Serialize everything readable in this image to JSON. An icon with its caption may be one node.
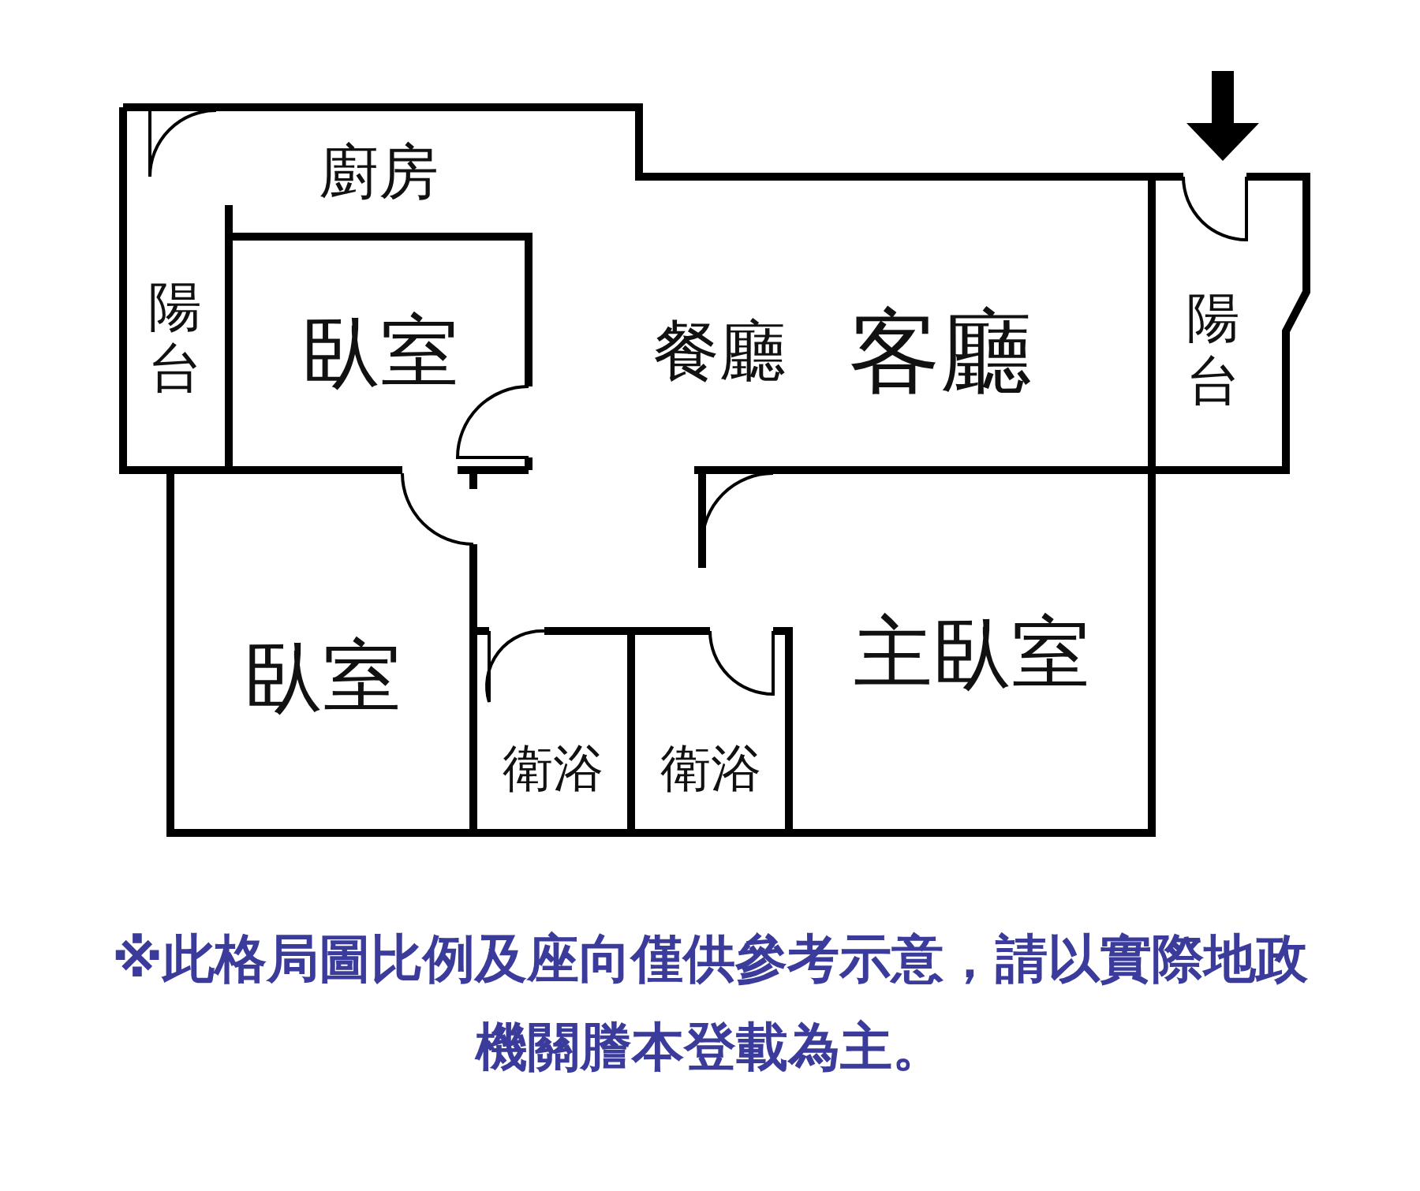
{
  "diagram": {
    "caption": "※此格局圖比例及座向僅供參考示意，請以實際地政機關謄本登載為主。",
    "nodes": [
      {
        "text": [
          "陽台"
        ]
      },
      {
        "text": [
          "廚房"
        ]
      },
      {
        "text": [
          "臥室"
        ]
      },
      {
        "text": [
          "餐廳",
          "客廳"
        ]
      },
      {
        "text": [
          "陽台"
        ]
      },
      {
        "text": [
          "臥室"
        ]
      },
      {
        "text": [
          "衛浴"
        ]
      },
      {
        "text": [
          "衛浴"
        ]
      },
      {
        "text": [
          "主臥室"
        ]
      }
    ]
  }
}
